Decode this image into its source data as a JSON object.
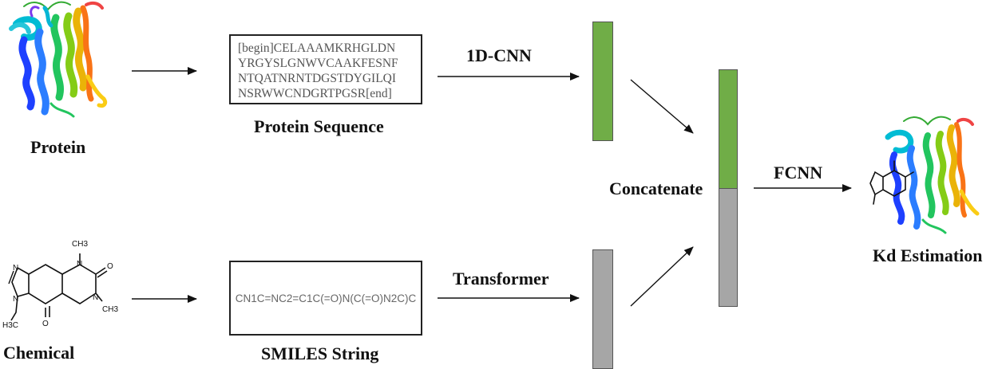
{
  "colors": {
    "protein_feature": "#70AD47",
    "chemical_feature": "#A6A6A6",
    "arrow": "#111111"
  },
  "protein": {
    "label": "Protein",
    "icon": "protein-ribbon-structure"
  },
  "chemical": {
    "label": "Chemical",
    "icon": "caffeine-structure",
    "atoms": {
      "ch3_top": "CH3",
      "o_top": "O",
      "n1": "N",
      "n3": "N",
      "ch3_right": "CH3",
      "n7": "N",
      "n9": "N",
      "o_bottom": "O",
      "h3c": "H3C"
    }
  },
  "sequence": {
    "lines": [
      "[begin]CELAAAMKRHGLDN",
      "YRGYSLGNWVCAAKFESNF",
      "NTQATNRNTDGSTDYGILQI",
      "NSRWWCNDGRTPGSR[end]"
    ],
    "caption": "Protein Sequence"
  },
  "smiles": {
    "value": "CN1C=NC2=C1C(=O)N(C(=O)N2C)C",
    "caption": "SMILES String"
  },
  "encoders": {
    "protein": "1D-CNN",
    "chemical": "Transformer"
  },
  "fusion": {
    "label": "Concatenate"
  },
  "head": {
    "label": "FCNN"
  },
  "output": {
    "label": "Kd Estimation",
    "icon": "protein-ligand-complex"
  }
}
